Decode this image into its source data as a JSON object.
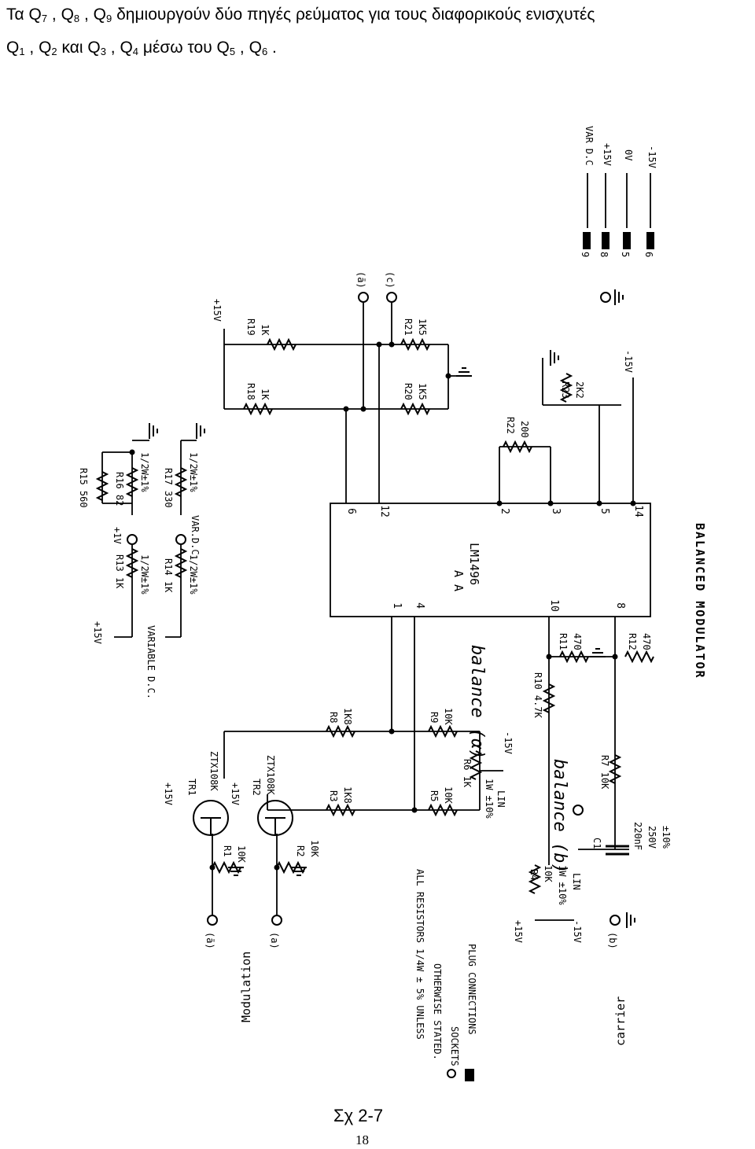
{
  "intro": {
    "l1_a": "Τα Q",
    "l1_s1": "7",
    "l1_b": " , Q",
    "l1_s2": "8",
    "l1_c": " ,  Q",
    "l1_s3": "9",
    "l1_d": "  δημιουργούν δύο πηγές ρεύματος για τους διαφορικούς ενισχυτές",
    "l2_a": "Q",
    "l2_s1": "1",
    "l2_b": " , Q",
    "l2_s2": "2",
    "l2_c": " και Q",
    "l2_s3": "3",
    "l2_d": " , Q",
    "l2_s4": "4",
    "l2_e": " μέσω του Q",
    "l2_s5": "5",
    "l2_f": " , Q",
    "l2_s6": "6",
    "l2_g": " ."
  },
  "schematic": {
    "title": "BALANCED  MODULATOR",
    "ic_name": "A A",
    "ic_part": "LM1496",
    "pins": [
      "6",
      "12",
      "2",
      "3",
      "5",
      "14",
      "1",
      "4",
      "10",
      "8"
    ],
    "connector_pins": [
      "9",
      "8",
      "5",
      "6"
    ],
    "connector_labels": [
      "VAR D.C",
      "+15V",
      "0V",
      "-15V"
    ],
    "terminals": [
      "(ā)",
      "(c)",
      "(ā)",
      "(a)",
      "(b)"
    ],
    "r13": "R13 1K",
    "r13_tol": "1/2W±1%",
    "r15": "R15 560",
    "r16": "R16 82",
    "r16_tol": "1/2W±1%",
    "r14": "R14 1K",
    "r14_tol": "1/2W±1%",
    "r17": "R17 330",
    "r17_tol": "1/2W±1%",
    "plus1v": "+1V",
    "var_dc": "VAR.D.C.",
    "variable_dc": "VARIABLE D.C.",
    "p15v_top": "+15V",
    "p15v_r": "+15V",
    "m15v_r": "-15V",
    "r18": "R18",
    "r18v": "1K",
    "r19": "R19",
    "r19v": "1K",
    "r20": "R20",
    "r20v": "1K5",
    "r21": "R21",
    "r21v": "1K5",
    "r22": "R22",
    "r22v": "200",
    "r23": "R23",
    "r23v": "2K2",
    "r11": "R11",
    "r11v": "470",
    "r12": "R12",
    "r12v": "470",
    "r10": "R10 4.7K",
    "r8": "R8",
    "r8v": "1K8",
    "r9": "R9",
    "r9v": "10K",
    "r3": "R3",
    "r3v": "1K8",
    "r5": "R5",
    "r5v": "10K",
    "r6": "R6 1K",
    "r6_note": "1W ±10%",
    "r6_lin": "LIN",
    "m15v_r6": "-15V",
    "r7": "R7 10K",
    "r1": "R1",
    "r1v": "10K",
    "r2": "R2",
    "r2v": "10K",
    "r4": "R4",
    "r4v": "10K",
    "r4_note": "1W ±10%",
    "r4_lin": "LIN",
    "c1": "C1",
    "c1v": "220nF",
    "c1v2": "250V",
    "c1v3": "±10%",
    "tr1": "TR1",
    "tr1p": "ZTX108K",
    "tr2": "TR2",
    "tr2p": "ZTX108K",
    "p15v_tr1": "+15V",
    "p15v_tr2": "+15V",
    "p15v_r4": "+15V",
    "m15v_r4": "-15V",
    "balance_a": "balance (α)",
    "balance_b": "balance (b)",
    "legend1": "ALL RESISTORS 1/4W ± 5% UNLESS",
    "legend2": "OTHERWISE STATED.",
    "legend3": "SOCKETS",
    "legend4": "PLUG CONNECTIONS",
    "modulation": "Modulation",
    "carrier": "carrier"
  },
  "caption": "Σχ 2-7",
  "page_number": "18"
}
